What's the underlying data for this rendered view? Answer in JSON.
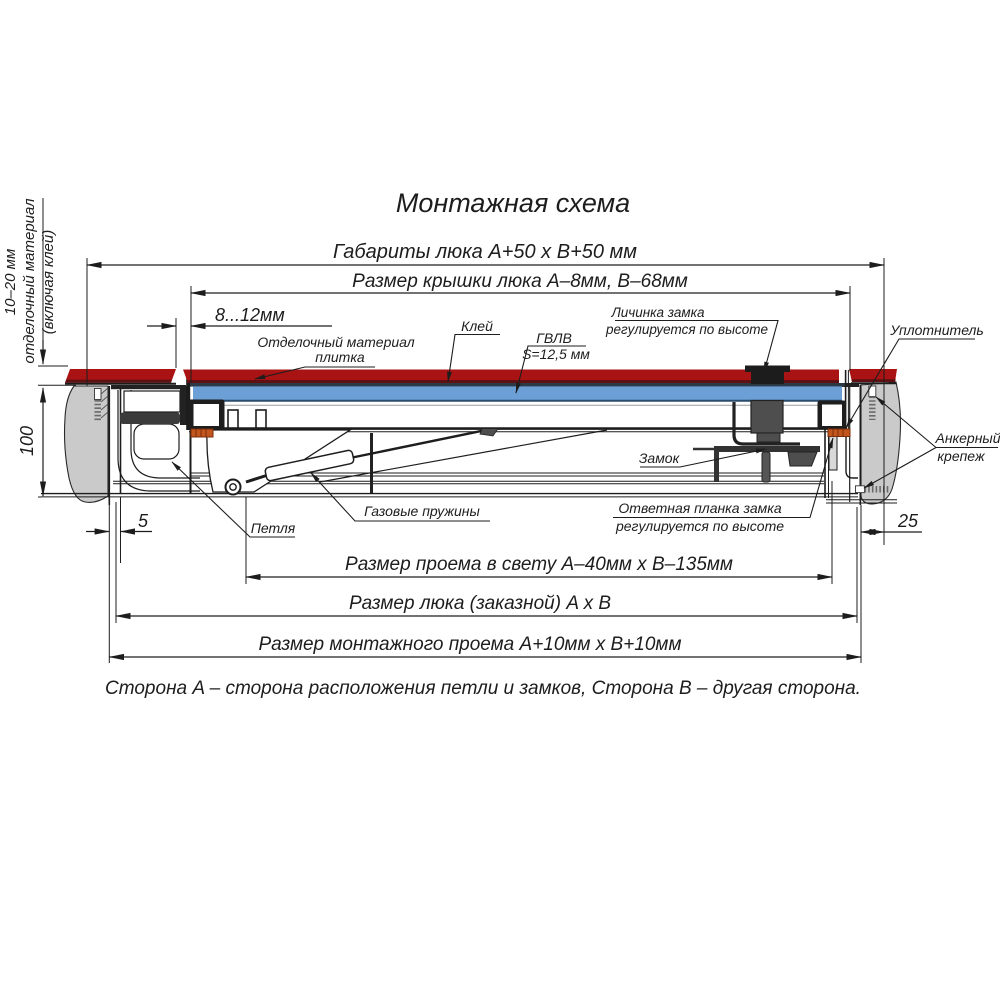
{
  "title": "Монтажная схема",
  "note": "Сторона A – сторона расположения петли и замков, Сторона B – другая сторона.",
  "colors": {
    "line": "#1d1d1d",
    "tile_red": "#a91313",
    "tile_red_dark": "#5f1012",
    "glue_dark": "#2d3a46",
    "board_blue": "#6b9fd6",
    "board_blue_dark": "#2a4d6e",
    "wall_grey": "#cacaca",
    "metal_dark": "#4e4e4e",
    "seal_orange": "#c2561d",
    "background": "#ffffff"
  },
  "dimensions": {
    "overall": "Габариты люка A+50 x B+50 мм",
    "cover": "Размер крышки люка A–8мм, B–68мм",
    "gap": "8...12мм",
    "finish_height": {
      "line1": "10–20 мм",
      "line2": "отделочный материал",
      "line3": "(включая клей)"
    },
    "frame_height": "100",
    "gap_left": "5",
    "gap_right": "25",
    "clear_opening": "Размер проема в свету A–40мм x B–135мм",
    "hatch_size": "Размер люка (заказной) A x B",
    "mounting_opening": "Размер монтажного проема A+10мм x B+10мм"
  },
  "callouts": {
    "finish_material": {
      "line1": "Отделочный материал",
      "line2": "плитка"
    },
    "glue": "Клей",
    "board": {
      "line1": "ГВЛВ",
      "line2": "S=12,5 мм"
    },
    "lock_cylinder": {
      "line1": "Личинка замка",
      "line2": "регулируется по высоте"
    },
    "seal": "Уплотнитель",
    "anchor": {
      "line1": "Анкерный",
      "line2": "крепеж"
    },
    "lock": "Замок",
    "strike_plate": {
      "line1": "Ответная планка замка",
      "line2": "регулируется по высоте"
    },
    "gas_springs": "Газовые пружины",
    "hinge": "Петля"
  }
}
